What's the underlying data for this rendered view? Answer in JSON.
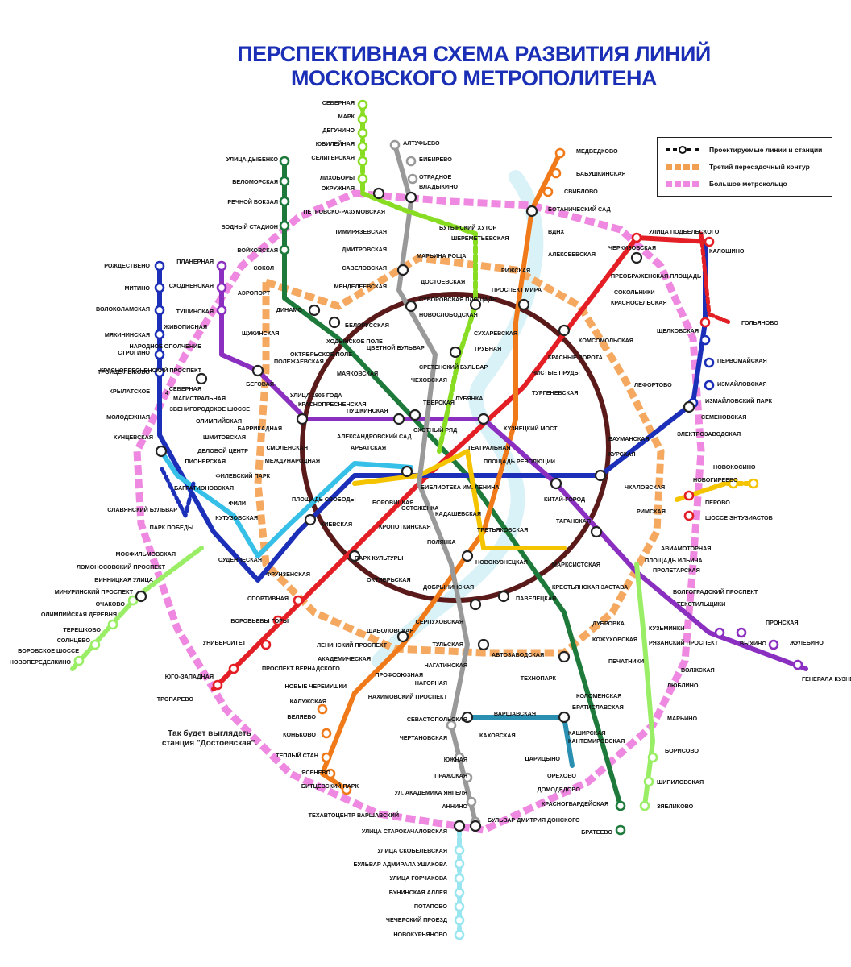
{
  "title": {
    "line1": "ПЕРСПЕКТИВНАЯ СХЕМА РАЗВИТИЯ ЛИНИЙ",
    "line2": "МОСКОВСКОГО МЕТРОПОЛИТЕНА"
  },
  "legend": {
    "items": [
      {
        "label": "Проектируемые линии и станции",
        "color": "#111111"
      },
      {
        "label": "Третий пересадочный контур",
        "color": "#f0a050"
      },
      {
        "label": "Большое метрокольцо",
        "color": "#ee88e0"
      }
    ]
  },
  "note": {
    "line1": "Так будет выглядеть",
    "line2": "станция \"Достоевская\"."
  },
  "marker_4": "4",
  "colors": {
    "red": "#e31e24",
    "green": "#1d7a3a",
    "darkblue": "#1c2fb8",
    "cyan": "#36c0e8",
    "brown": "#5a1a1a",
    "orange": "#f07a1a",
    "purple": "#8a2fc0",
    "yellow": "#f5c400",
    "gray": "#999999",
    "lightgreen": "#88dd22",
    "teal": "#2a8fb0",
    "pink": "#ee88e0",
    "paleorange": "#f4a860",
    "lime": "#99ee66",
    "palecyan": "#99e6f0"
  },
  "stations": [
    "СЕВЕРНАЯ",
    "МАРК",
    "ДЕГУНИНО",
    "ЮБИЛЕЙНАЯ",
    "СЕЛИГЕРСКАЯ",
    "ЛИХОБОРЫ",
    "ОКРУЖНАЯ",
    "АЛТУФЬЕВО",
    "БИБИРЕВО",
    "ОТРАДНОЕ",
    "ВЛАДЫКИНО",
    "МЕДВЕДКОВО",
    "БАБУШКИНСКАЯ",
    "СВИБЛОВО",
    "БОТАНИЧЕСКИЙ САД",
    "ВДНХ",
    "АЛЕКСЕЕВСКАЯ",
    "РИЖСКАЯ",
    "ПРОСПЕКТ МИРА",
    "УЛИЦА ДЫБЕНКО",
    "БЕЛОМОРСКАЯ",
    "РЕЧНОЙ ВОКЗАЛ",
    "ВОДНЫЙ СТАДИОН",
    "ВОЙКОВСКАЯ",
    "СОКОЛ",
    "АЭРОПОРТ",
    "ДИНАМО",
    "ПЕТРОВСКО-РАЗУМОВСКАЯ",
    "ТИМИРЯЗЕВСКАЯ",
    "ДМИТРОВСКАЯ",
    "САВЕЛОВСКАЯ",
    "МЕНДЕЛЕЕВСКАЯ",
    "БУТЫРСКИЙ ХУТОР",
    "ШЕРЕМЕТЬЕВСКАЯ",
    "МАРЬИНА РОЩА",
    "ДОСТОЕВСКАЯ",
    "УЛИЦА ПОДБЕЛЬСКОГО",
    "КАЛОШИНО",
    "ЧЕРКИЗОВСКАЯ",
    "ПРЕОБРАЖЕНСКАЯ ПЛОЩАДЬ",
    "СОКОЛЬНИКИ",
    "КРАСНОСЕЛЬСКАЯ",
    "ГОЛЬЯНОВО",
    "ЩЕЛКОВСКАЯ",
    "ПЕРВОМАЙСКАЯ",
    "ИЗМАЙЛОВСКАЯ",
    "ИЗМАЙЛОВСКИЙ ПАРК",
    "СЕМЕНОВСКАЯ",
    "ЭЛЕКТРОЗАВОДСКАЯ",
    "РОЖДЕСТВЕНО",
    "МИТИНО",
    "ВОЛОКОЛАМСКАЯ",
    "МЯКИНИНСКАЯ",
    "СТРОГИНО",
    "ТРОИЦЕ-ЛЫКОВО",
    "КРЫЛАТСКОЕ",
    "МОЛОДЕЖНАЯ",
    "КУНЦЕВСКАЯ",
    "ПЛАНЕРНАЯ",
    "СХОДНЕНСКАЯ",
    "ТУШИНСКАЯ",
    "ЖИВОПИСНАЯ",
    "НАРОДНОЕ ОПОЛЧЕНИЕ",
    "ЩУКИНСКАЯ",
    "ОКТЯБРЬСКОЕ ПОЛЕ",
    "ПОЛЕЖАЕВСКАЯ",
    "КРАСНОПРЕСНЕНСКИЙ ПРОСПЕКТ",
    "СЕВЕРНАЯ",
    "МАГИСТРАЛЬНАЯ",
    "ЗВЕНИГОРОДСКОЕ ШОССЕ",
    "ОЛИМПИЙСКАЯ",
    "ШМИТОВСКАЯ",
    "ДЕЛОВОЙ ЦЕНТР",
    "БЕГОВАЯ",
    "УЛИЦА 1905 ГОДА",
    "КРАСНОПРЕСНЕНСКАЯ",
    "БАРРИКАДНАЯ",
    "ПУШКИНСКАЯ",
    "ТВЕРСКАЯ",
    "ЧЕХОВСКАЯ",
    "БЕЛОРУССКАЯ",
    "МАЯКОВСКАЯ",
    "НОВОСЛОБОДСКАЯ",
    "СУВОРОВСКАЯ ПЛОЩАДЬ",
    "ХОДЫНСКОЕ ПОЛЕ",
    "ЦВЕТНОЙ БУЛЬВАР",
    "СРЕТЕНСКИЙ БУЛЬВАР",
    "СУХАРЕВСКАЯ",
    "ТРУБНАЯ",
    "КРАСНЫЕ ВОРОТА",
    "ЧИСТЫЕ ПРУДЫ",
    "ТУРГЕНЕВСКАЯ",
    "КОМСОМОЛЬСКАЯ",
    "ЛЕФОРТОВО",
    "ЛУБЯНКА",
    "КУЗНЕЦКИЙ МОСТ",
    "ОХОТНЫЙ РЯД",
    "ТЕАТРАЛЬНАЯ",
    "ПЛОЩАДЬ РЕВОЛЮЦИИ",
    "АЛЕКСАНДРОВСКИЙ САД",
    "АРБАТСКАЯ",
    "СМОЛЕНСКАЯ",
    "МЕЖДУНАРОДНАЯ",
    "ФИЛЕВСКИЙ ПАРК",
    "ПИОНЕРСКАЯ",
    "БАГРАТИОНОВСКАЯ",
    "ФИЛИ",
    "КУТУЗОВСКАЯ",
    "ПЛОЩАДЬ СВОБОДЫ",
    "БИБЛИОТЕКА ИМ. ЛЕНИНА",
    "БОРОВИЦКАЯ",
    "ОСТОЖЕНКА",
    "КАДАШЕВСКАЯ",
    "КРОПОТКИНСКАЯ",
    "КИЕВСКАЯ",
    "ПАРК КУЛЬТУРЫ",
    "КИТАЙ-ГОРОД",
    "КУРСКАЯ",
    "БАУМАНСКАЯ",
    "ЧКАЛОВСКАЯ",
    "НОВОКОСИНО",
    "НОВОГИРЕЕВО",
    "ПЕРОВО",
    "ШОССЕ ЭНТУЗИАСТОВ",
    "РИМСКАЯ",
    "АВИАМОТОРНАЯ",
    "ПЛОЩАДЬ ИЛЬИЧА",
    "ТАГАНСКАЯ",
    "МАРКСИСТСКАЯ",
    "ТРЕТЬЯКОВСКАЯ",
    "ПОЛЯНКА",
    "НОВОКУЗНЕЦКАЯ",
    "СЛАВЯНСКИЙ БУЛЬВАР",
    "ПАРК ПОБЕДЫ",
    "СУДЕНЧЕСКАЯ",
    "ФРУНЗЕНСКАЯ",
    "СПОРТИВНАЯ",
    "ВОРОБЬЕВЫ ГОРЫ",
    "УНИВЕРСИТЕТ",
    "ОКТЯБРЬСКАЯ",
    "ДОБРЫНИНСКАЯ",
    "ПАВЕЛЕЦКАЯ",
    "КРЕСТЬЯНСКАЯ ЗАСТАВА",
    "ПРОЛЕТАРСКАЯ",
    "ВОЛГОГРАДСКИЙ ПРОСПЕКТ",
    "ТЕКСТИЛЬЩИКИ",
    "КУЗЬМИНКИ",
    "РЯЗАНСКИЙ ПРОСПЕКТ",
    "ВЫХИНО",
    "ПРОНСКАЯ",
    "ЖУЛЕБИНО",
    "ГЕНЕРАЛА КУЗНЕЦОВА",
    "МОСФИЛЬМОВСКАЯ",
    "ЛОМОНОСОВСКИЙ ПРОСПЕКТ",
    "ВИННИЦКАЯ УЛИЦА",
    "МИЧУРИНСКИЙ ПРОСПЕКТ",
    "ОЧАКОВО",
    "ОЛИМПИЙСКАЯ ДЕРЕВНЯ",
    "ТЕРЕШКОВО",
    "СОЛНЦЕВО",
    "БОРОВСКОЕ ШОССЕ",
    "НОВОПЕРЕДЕЛКИНО",
    "ШАБОЛОВСКАЯ",
    "ЛЕНИНСКИЙ ПРОСПЕКТ",
    "АКАДЕМИЧЕСКАЯ",
    "ПРОФСОЮЗНАЯ",
    "НОВЫЕ ЧЕРЕМУШКИ",
    "КАЛУЖСКАЯ",
    "БЕЛЯЕВО",
    "КОНЬКОВО",
    "ТЕПЛЫЙ СТАН",
    "ЯСЕНЕВО",
    "БИТЦЕВСКИЙ ПАРК",
    "ЮГО-ЗАПАДНАЯ",
    "ПРОСПЕКТ ВЕРНАДСКОГО",
    "ТРОПАРЕВО",
    "СЕРПУХОВСКАЯ",
    "ТУЛЬСКАЯ",
    "НАГАТИНСКАЯ",
    "НАГОРНАЯ",
    "НАХИМОВСКИЙ ПРОСПЕКТ",
    "СЕВАСТОПОЛЬСКАЯ",
    "ЧЕРТАНОВСКАЯ",
    "ЮЖНАЯ",
    "ПРАЖСКАЯ",
    "УЛ. АКАДЕМИКА ЯНГЕЛЯ",
    "АННИНО",
    "БУЛЬВАР ДМИТРИЯ ДОНСКОГО",
    "АВТОЗАВОДСКАЯ",
    "ТЕХНОПАРК",
    "КОЛОМЕНСКАЯ",
    "ВАРШАВСКАЯ",
    "КАХОВСКАЯ",
    "КАШИРСКАЯ",
    "КАНТЕМИРОВСКАЯ",
    "ЦАРИЦЫНО",
    "ОРЕХОВО",
    "ДОМОДЕДОВО",
    "КРАСНОГВАРДЕЙСКАЯ",
    "БРАТЕЕВО",
    "ДУБРОВКА",
    "КОЖУХОВСКАЯ",
    "ПЕЧАТНИКИ",
    "ВОЛЖСКАЯ",
    "ЛЮБЛИНО",
    "БРАТИСЛАВСКАЯ",
    "МАРЬИНО",
    "БОРИСОВО",
    "ШИПИЛОВСКАЯ",
    "ЗЯБЛИКОВО",
    "ТЕХАВТОЦЕНТР ВАРШАВСКИЙ",
    "УЛИЦА СТАРОКАЧАЛОВСКАЯ",
    "УЛИЦА СКОБЕЛЕВСКАЯ",
    "БУЛЬВАР АДМИРАЛА УШАКОВА",
    "УЛИЦА ГОРЧАКОВА",
    "БУНИНСКАЯ АЛЛЕЯ",
    "ПОТАПОВО",
    "ЧЕЧЕРСКИЙ ПРОЕЗД",
    "НОВОКУРЬЯНОВО"
  ]
}
